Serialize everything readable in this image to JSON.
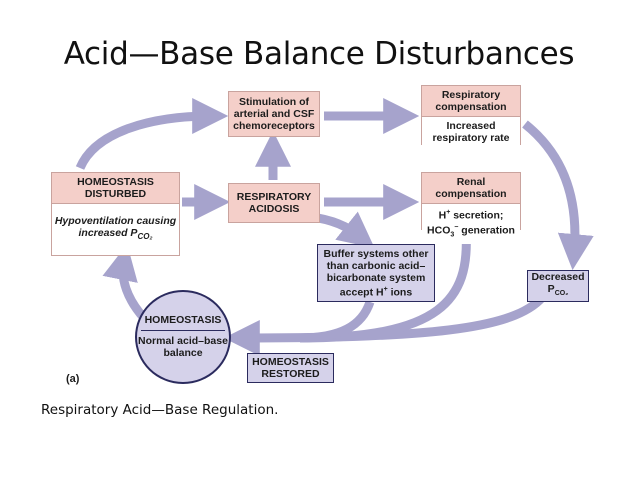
{
  "title": "Acid—Base Balance Disturbances",
  "caption": "Respiratory Acid—Base Regulation.",
  "figure_label": "(a)",
  "colors": {
    "arrow": "#a6a3cc",
    "pink_box": "#f4cfc9",
    "lavender_box": "#d5d2ea",
    "dark_border": "#2b2b5e"
  },
  "boxes": {
    "stimulation": "Stimulation of arterial and CSF chemoreceptors",
    "respiratory_compensation_title": "Respiratory compensation",
    "respiratory_compensation_body": "Increased respiratory rate",
    "homeostasis_disturbed_title": "HOMEOSTASIS DISTURBED",
    "homeostasis_disturbed_body_1": "Hypoventilation causing increased P",
    "homeostasis_disturbed_body_sub": "CO₂",
    "respiratory_acidosis": "RESPIRATORY ACIDOSIS",
    "renal_compensation_title": "Renal compensation",
    "renal_compensation_line1_a": "H",
    "renal_compensation_line1_sup": "+",
    "renal_compensation_line1_b": " secretion;",
    "renal_compensation_line2_a": "HCO",
    "renal_compensation_line2_sub": "3",
    "renal_compensation_line2_sup": "−",
    "renal_compensation_line2_b": " generation",
    "buffer_systems_1": "Buffer systems other than carbonic acid–bicarbonate system accept H",
    "buffer_systems_sup": "+",
    "buffer_systems_2": " ions",
    "decreased_title": "Decreased",
    "decreased_p": "P",
    "decreased_sub": "CO₂",
    "homeostasis_title": "HOMEOSTASIS",
    "homeostasis_body": "Normal acid–base balance",
    "homeostasis_restored": "HOMEOSTASIS RESTORED"
  }
}
